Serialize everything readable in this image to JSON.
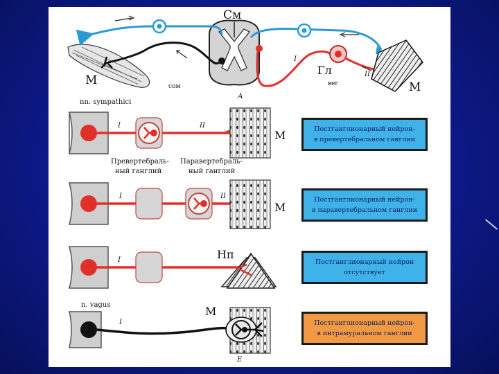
{
  "colors": {
    "background": "#1226a0",
    "neuron_red": "#e0302a",
    "neuron_blue": "#2a9ad6",
    "neuron_black": "#111111",
    "tissue_gray": "#c8c8c8",
    "box_blue": "#3fb2ea",
    "box_orange": "#f29a43"
  },
  "top": {
    "cm_label": "См",
    "m_left_label": "М",
    "som_label": "сом",
    "panel_label": "А",
    "i_label": "I",
    "gl_label": "Гл",
    "ii_label": "II",
    "veg_label": "вег",
    "m_right_label": "М"
  },
  "rows": [
    {
      "header": "nn. sympathici",
      "i": "I",
      "ii": "II",
      "target": "М",
      "ganglion_labels": [
        "Превертебраль-",
        "ный  ганглий",
        "Паравертебраль-",
        "ный  ганглий"
      ],
      "box": [
        "Постганглионарный нейрон-",
        "в превертебральном ганглии"
      ],
      "box_color": "blue"
    },
    {
      "i": "I",
      "ii": "II",
      "target": "М",
      "box": [
        "Постганглионарный нейрон-",
        "в паравертебральном ганглии"
      ],
      "box_color": "blue"
    },
    {
      "i": "I",
      "target": "Нп",
      "box": [
        "Постганглионарный  нейрон",
        "отсутствует"
      ],
      "box_color": "blue"
    },
    {
      "header": "n. vagus",
      "i": "I",
      "target": "М",
      "box": [
        "Постганглионарный нейрон-",
        "в интрамуральном ганглии"
      ],
      "box_color": "orange",
      "panel_label": "Е"
    }
  ]
}
